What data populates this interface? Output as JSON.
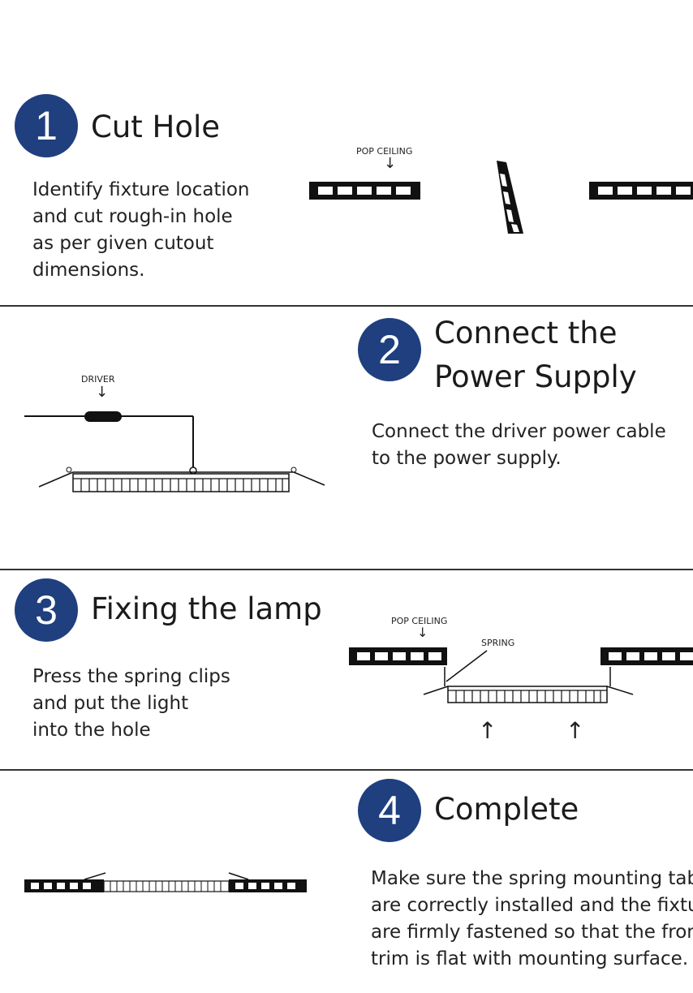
{
  "steps": [
    {
      "number": "1",
      "title": "Cut Hole",
      "lines": [
        "Identify fixture location",
        "and cut rough-in hole",
        "as per given cutout",
        "dimensions."
      ],
      "labels": {
        "ceiling": "POP CEILING"
      }
    },
    {
      "number": "2",
      "title_lines": [
        "Connect the",
        "Power Supply"
      ],
      "lines": [
        "Connect the driver power cable",
        "to the power supply."
      ],
      "labels": {
        "driver": "DRIVER"
      }
    },
    {
      "number": "3",
      "title": "Fixing the lamp",
      "lines": [
        "Press the spring clips",
        "and put the light",
        "into the hole"
      ],
      "labels": {
        "ceiling": "POP CEILING",
        "spring": "SPRING"
      }
    },
    {
      "number": "4",
      "title": "Complete",
      "lines": [
        "Make sure the spring mounting tabs",
        "are correctly installed and the fixture",
        "are firmly fastened so that the front",
        "trim is flat with mounting surface."
      ]
    }
  ],
  "colors": {
    "badge": "#1f3f7f",
    "text": "#222222"
  },
  "icons": {
    "arrow_down": "down-arrow-icon",
    "arrow_up": "up-arrow-icon"
  }
}
